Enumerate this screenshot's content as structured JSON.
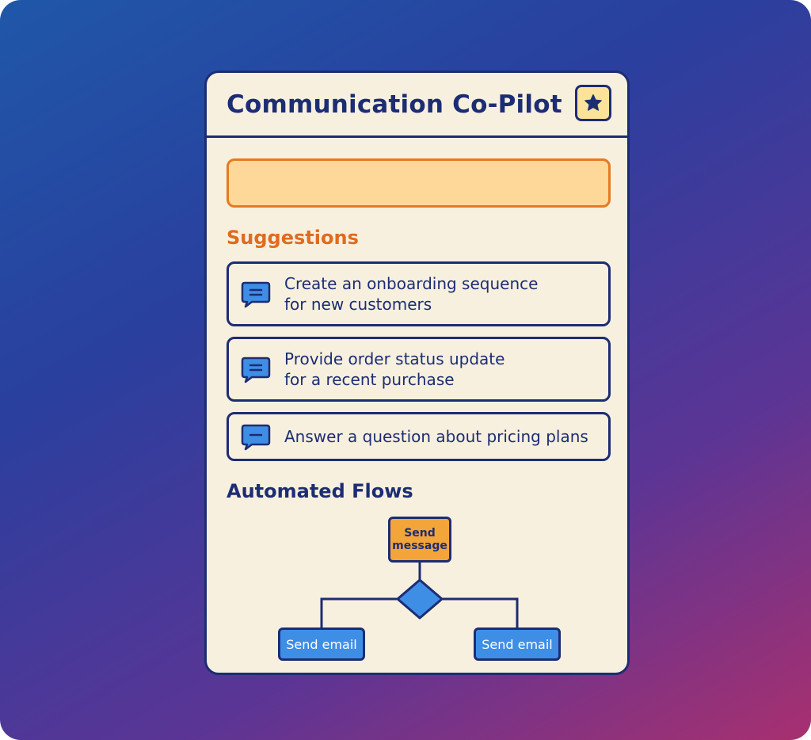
{
  "app": {
    "title": "Communication Co-Pilot"
  },
  "header": {
    "favorite_icon": "star-icon"
  },
  "input": {
    "value": ""
  },
  "suggestions": {
    "heading": "Suggestions",
    "items": [
      {
        "label": "Create an onboarding sequence\nfor new customers",
        "icon": "chat-bubble-icon"
      },
      {
        "label": "Provide order status update\nfor a recent purchase",
        "icon": "chat-bubble-icon"
      },
      {
        "label": "Answer a question about pricing plans",
        "icon": "chat-bubble-icon"
      }
    ]
  },
  "flows": {
    "heading": "Automated Flows",
    "start_node": "Send\nmessage",
    "branch_left": "Send email",
    "branch_right": "Send email"
  },
  "colors": {
    "card_bg": "#f8f0df",
    "navy": "#1c2d73",
    "orange": "#e67a22",
    "amber": "#f3a53a",
    "blue": "#3f8ee6"
  }
}
